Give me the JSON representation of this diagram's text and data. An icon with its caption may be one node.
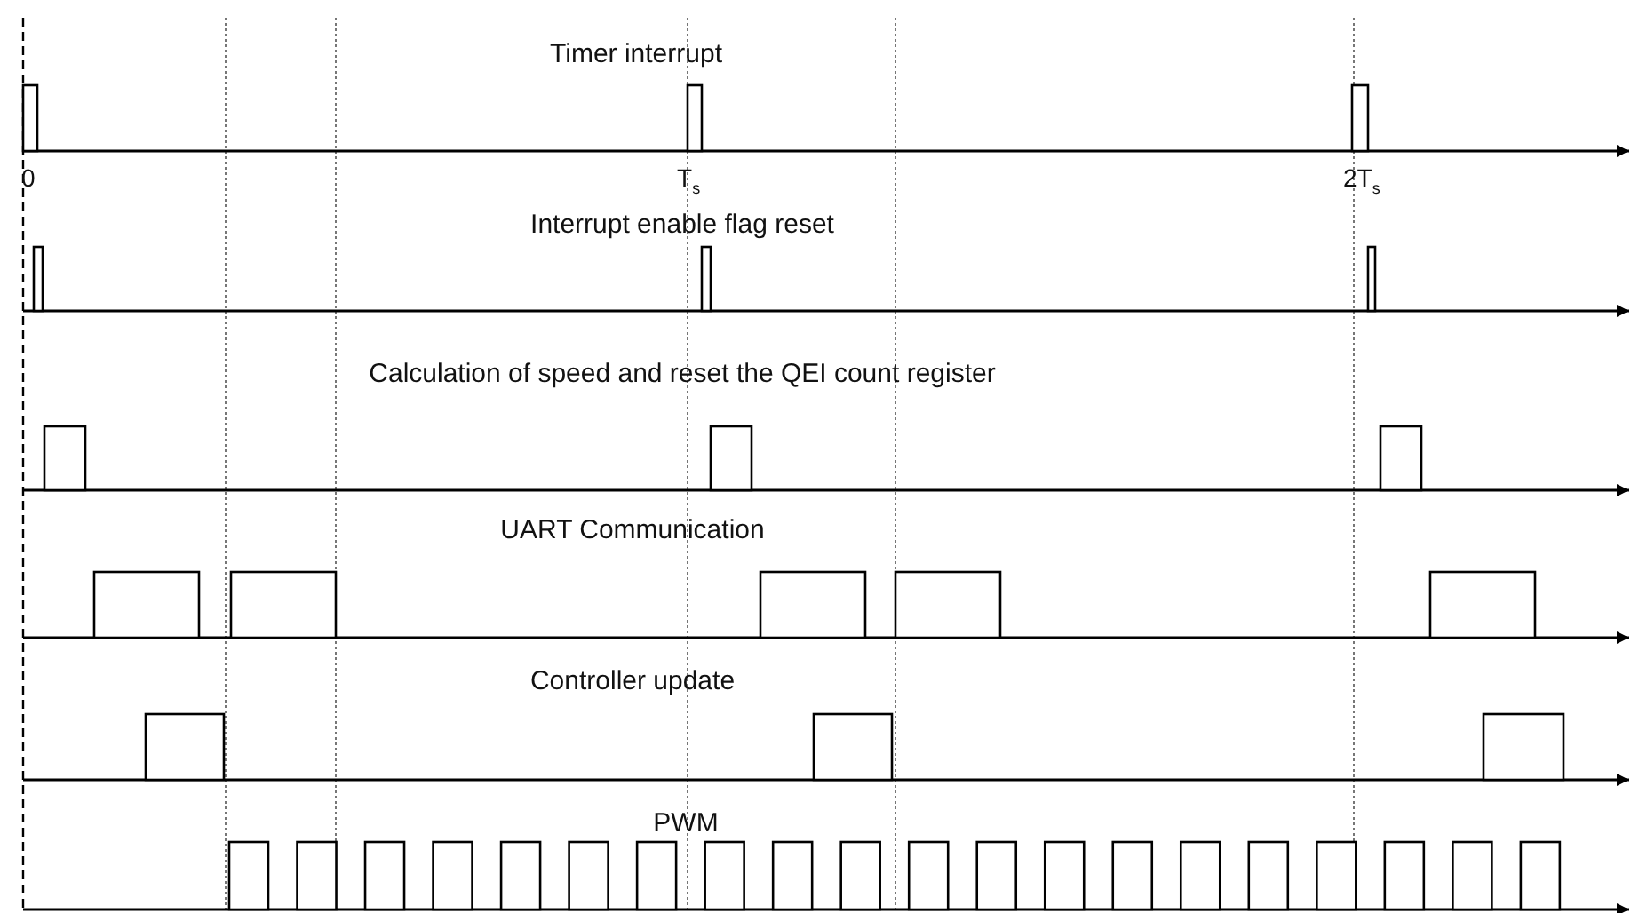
{
  "diagram": {
    "labels": [
      "Timer interrupt",
      "0",
      "T$_{s}$",
      "2T$_{s}$",
      "Interrupt enable flag reset",
      "Calculation of speed and reset the QEI count register",
      "UART Communication",
      "Controller update",
      "PWM"
    ]
  }
}
